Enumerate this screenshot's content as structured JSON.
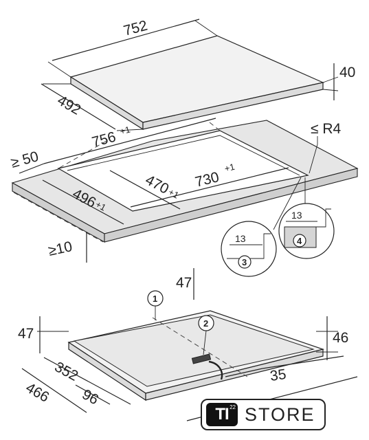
{
  "top_view": {
    "width_label": "752",
    "depth_label": "492",
    "height_label": "40"
  },
  "cutout": {
    "cut_width_label": "756",
    "cut_width_tol": "+1",
    "cut_depth_label": "496",
    "cut_depth_tol": "+1",
    "inner_depth_label": "470",
    "inner_depth_tol": "+1",
    "inner_width_label": "730",
    "inner_width_tol": "+1",
    "min_edge_label": "≥ 50",
    "min_front_label": "≥10",
    "radius_label": "≤ R4"
  },
  "details": {
    "detail3_dim": "13",
    "detail3_number": "3",
    "detail4_dim": "13",
    "detail4_number": "4"
  },
  "bottom_view": {
    "callout1": "1",
    "callout2": "2",
    "height_top_label": "47",
    "height_left_label": "47",
    "height_right_label": "46",
    "depth_352_label": "352",
    "depth_466_label": "466",
    "dim_96_label": "96",
    "dim_35_label": "35"
  },
  "watermark": {
    "logo_text": "TI",
    "logo_sup": "22",
    "store_text": "STORE"
  }
}
